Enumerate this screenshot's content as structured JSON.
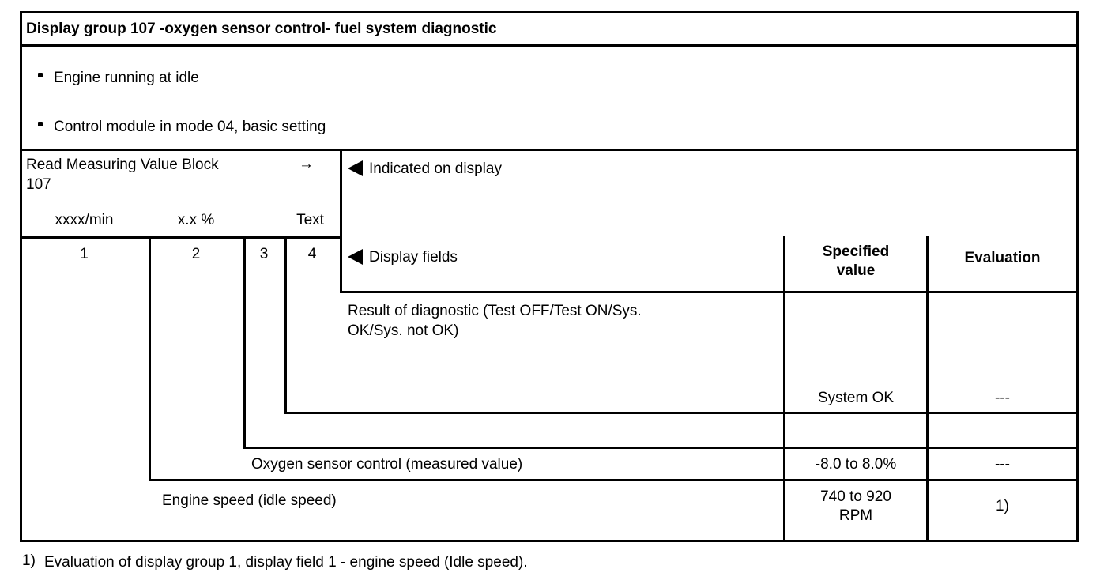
{
  "page": {
    "title": "Display group 107 -oxygen sensor control- fuel system diagnostic",
    "conditions": [
      "Engine running at idle",
      "Control module in mode 04, basic setting"
    ],
    "measuring_block": {
      "instruction": "Read Measuring Value Block",
      "group_number": "107",
      "arrow": "→",
      "units": [
        "xxxx/min",
        "x.x %",
        "Text"
      ],
      "indicated_label": "Indicated on display"
    },
    "display_fields": {
      "numbers": [
        "1",
        "2",
        "3",
        "4"
      ],
      "label": "Display fields"
    },
    "column_headers": {
      "specified_value": "Specified value",
      "evaluation": "Evaluation"
    },
    "rows": [
      {
        "description": "Result of diagnostic (Test OFF/Test ON/Sys. OK/Sys. not OK)",
        "specified_value": "System OK",
        "evaluation": "---"
      },
      {
        "description": "",
        "specified_value": "",
        "evaluation": ""
      },
      {
        "description": "Oxygen sensor control (measured value)",
        "specified_value": "-8.0 to 8.0%",
        "evaluation": "---"
      },
      {
        "description": "Engine speed (idle speed)",
        "specified_value": "740 to 920 RPM",
        "evaluation": "1)"
      }
    ],
    "footnote": {
      "marker": "1)",
      "text": "Evaluation of display group 1, display field 1 - engine speed (Idle speed)."
    },
    "colors": {
      "ink": "#000000",
      "paper": "#ffffff"
    }
  }
}
